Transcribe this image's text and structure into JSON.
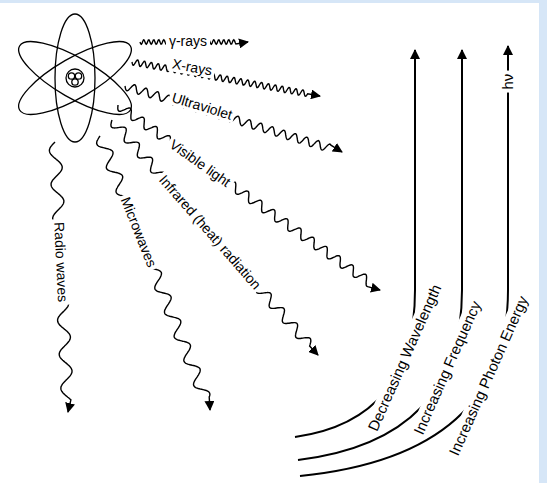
{
  "diagram": {
    "labels": [
      "γ-rays",
      "X-rays",
      "Ultraviolet",
      "Visible light",
      "Infrared (heat) radiation",
      "Microwaves",
      "Radio waves",
      "Decreasing Wavelength",
      "Increasing Frequency",
      "Increasing Photon Energy",
      "hν"
    ]
  }
}
